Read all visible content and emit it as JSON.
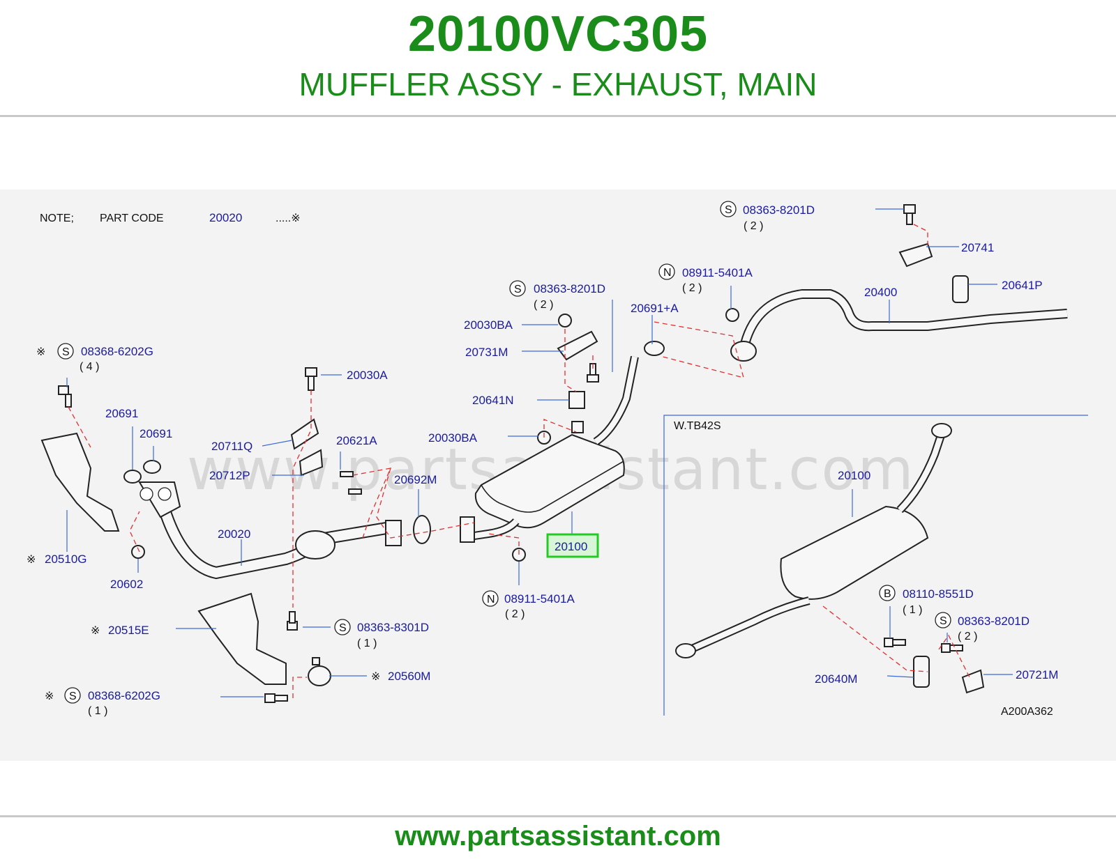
{
  "header": {
    "part_number": "20100VC305",
    "part_name": "MUFFLER ASSY - EXHAUST, MAIN"
  },
  "footer": {
    "url": "www.partsassistant.com"
  },
  "watermark": "www.partsassistant.com",
  "colors": {
    "title_green": "#1a8c1a",
    "label_blue": "#1a1aa0",
    "highlight_box": "#22cc22",
    "leader_red": "#e03030"
  },
  "note": {
    "prefix": "NOTE;",
    "part_code_label": "PART  CODE",
    "code": "20020",
    "marker": ".....※"
  },
  "inset": {
    "title": "W.TB42S",
    "figure_code": "A200A362"
  },
  "labels": {
    "l_08363_top": "08363-8201D",
    "q_top_2": "( 2 )",
    "l_20741": "20741",
    "l_20641p": "20641P",
    "l_20400": "20400",
    "l_08911_top": "08911-5401A",
    "q_08911_top": "( 2 )",
    "l_20691a": "20691+A",
    "l_08363_mid": "08363-8201D",
    "q_08363_mid": "( 2 )",
    "l_20030ba_1": "20030BA",
    "l_20731m": "20731M",
    "l_20641n": "20641N",
    "l_20030ba_2": "20030BA",
    "l_08368_top": "08368-6202G",
    "q_08368_top": "( 4 )",
    "l_20030a": "20030A",
    "l_20691_1": "20691",
    "l_20691_2": "20691",
    "l_20711q": "20711Q",
    "l_20621a": "20621A",
    "l_20712p": "20712P",
    "l_20692m": "20692M",
    "l_20020": "20020",
    "l_20510g": "20510G",
    "l_20602": "20602",
    "l_20100_main": "20100",
    "l_08911_bot": "08911-5401A",
    "q_08911_bot": "( 2 )",
    "l_20515e": "20515E",
    "l_08363_8301": "08363-8301D",
    "q_08363_8301": "( 1 )",
    "l_20560m": "20560M",
    "l_08368_bot": "08368-6202G",
    "q_08368_bot": "( 1 )",
    "l_20100_inset": "20100",
    "l_08110": "08110-8551D",
    "q_08110": "( 1 )",
    "l_08363_inset": "08363-8201D",
    "q_08363_inset": "( 2 )",
    "l_20640m": "20640M",
    "l_20721m": "20721M"
  },
  "circle_letters": {
    "s": "S",
    "n": "N",
    "b": "B"
  },
  "star": "※"
}
